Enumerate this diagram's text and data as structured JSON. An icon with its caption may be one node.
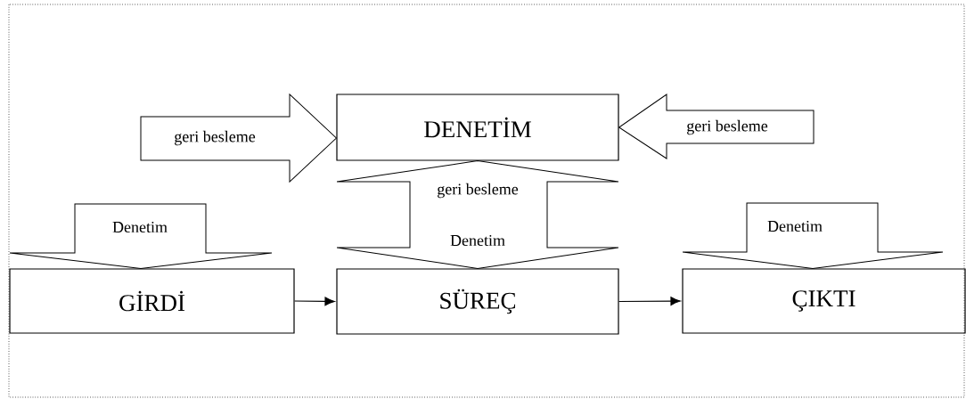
{
  "diagram": {
    "nodes": [
      {
        "text": [
          "DENETİM"
        ]
      },
      {
        "text": [
          "GİRDİ"
        ]
      },
      {
        "text": [
          "SÜREÇ"
        ]
      },
      {
        "text": [
          "ÇIKTI"
        ]
      }
    ],
    "edges": [
      {
        "from": null,
        "to": 0,
        "arrow": "to",
        "label": "geri besleme",
        "style": "thick"
      },
      {
        "from": null,
        "to": 0,
        "arrow": "to",
        "label": "geri besleme",
        "style": "thick"
      },
      {
        "from": 2,
        "to": 0,
        "arrow": "both",
        "label": "geri besleme",
        "style": "thick"
      },
      {
        "from": null,
        "to": 1,
        "arrow": "to",
        "label": "Denetim",
        "style": "thick"
      },
      {
        "from": null,
        "to": 3,
        "arrow": "to",
        "label": "Denetim",
        "style": "thick"
      },
      {
        "from": 1,
        "to": 2,
        "arrow": "to"
      },
      {
        "from": 2,
        "to": 3,
        "arrow": "to"
      }
    ],
    "labels": [
      "Denetim"
    ]
  }
}
